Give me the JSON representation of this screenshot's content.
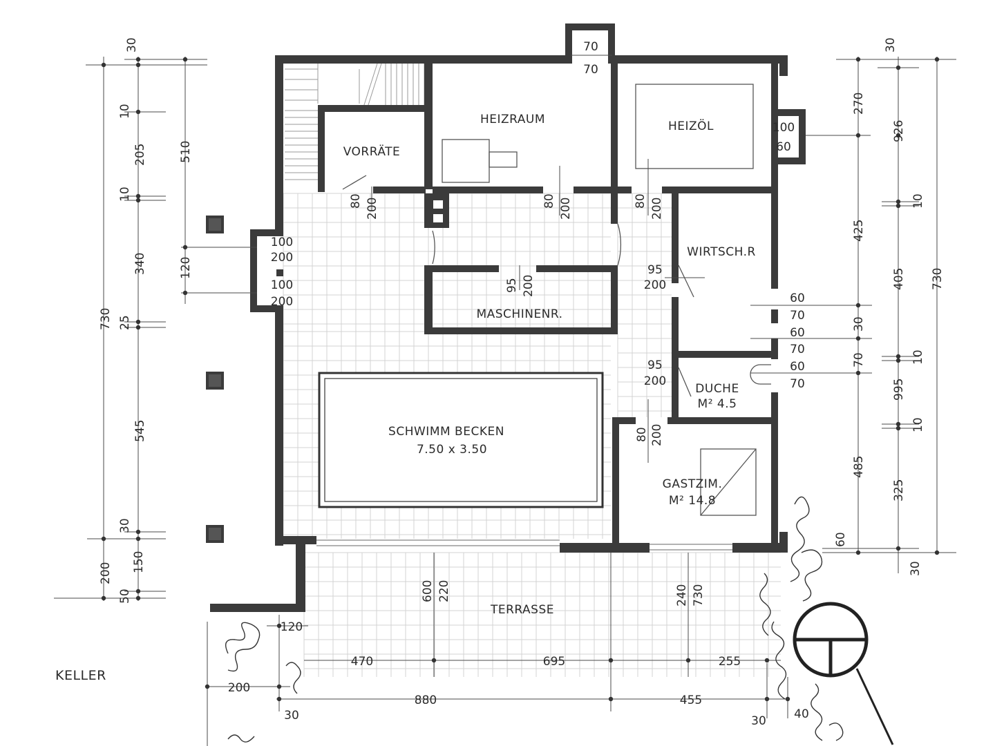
{
  "plan": {
    "title": "KELLER",
    "rooms": {
      "heizraum": "HEIZRAUM",
      "heizoel": "HEIZÖL",
      "vorraete": "VORRÄTE",
      "wirtschaftsraum": "WIRTSCH.R",
      "maschinenraum": "MASCHINENR.",
      "duche": "DUCHE",
      "duche_area": "M² 4.5",
      "schwimmbecken": "SCHWIMM BECKEN",
      "schwimmbecken_size": "7.50 x 3.50",
      "gastzimmer": "GASTZIM.",
      "gastzimmer_area": "M² 14.8",
      "terrasse": "TERRASSE"
    },
    "openings": {
      "top_70a": "70",
      "top_70b": "70",
      "heizoel_100": "100",
      "heizoel_60": "60",
      "vorr_80": "80",
      "vorr_200": "200",
      "heiz_80": "80",
      "heiz_200": "200",
      "oel_80": "80",
      "oel_200": "200",
      "w1_100": "100",
      "w1_200": "200",
      "w2_100": "100",
      "w2_200": "200",
      "masch_95": "95",
      "masch_200": "200",
      "wirt_95": "95",
      "wirt_200": "200",
      "wr_60a": "60",
      "wr_70a": "70",
      "wr_60b": "60",
      "wr_70b": "70",
      "du_95": "95",
      "du_200": "200",
      "du_60": "60",
      "du_70": "70",
      "gast_80": "80",
      "gast_200": "200"
    },
    "dims_left": {
      "d30": "30",
      "d10a": "10",
      "d205": "205",
      "d10b": "10",
      "d340": "340",
      "d25": "25",
      "d545": "545",
      "d30b": "30",
      "d150": "150",
      "d50": "50",
      "d730": "730",
      "d200": "200",
      "d510": "510",
      "d120": "120"
    },
    "dims_right": {
      "d30": "30",
      "d270": "270",
      "d925": "926",
      "d10a": "10",
      "d425": "425",
      "d405": "405",
      "d730": "730",
      "d30b": "30",
      "d70": "70",
      "d10b": "10",
      "d995": "995",
      "d10c": "10",
      "d485": "485",
      "d325": "325",
      "d60": "60",
      "d30c": "30"
    },
    "dims_bottom": {
      "d600": "600",
      "d220": "220",
      "d240": "240",
      "d730": "730",
      "d120": "120",
      "d470": "470",
      "d695": "695",
      "d255": "255",
      "d200": "200",
      "d880": "880",
      "d455": "455",
      "d30a": "30",
      "d30b": "30",
      "d40": "40"
    }
  }
}
